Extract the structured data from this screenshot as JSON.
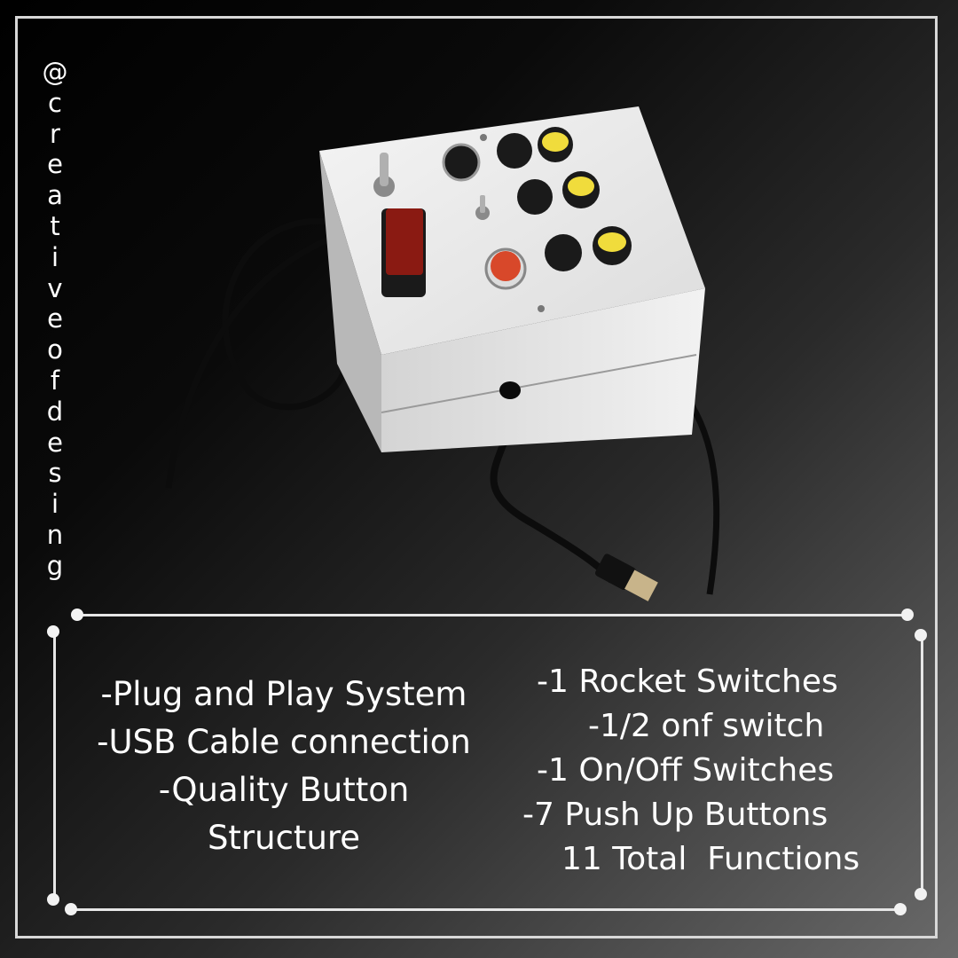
{
  "handle": "@creativeofdesing",
  "features_left": [
    "-Plug and Play System",
    "-USB Cable connection",
    "-Quality Button",
    "Structure"
  ],
  "features_right": [
    "-1 Rocket Switches",
    "-1/2 onf switch",
    "-1 On/Off Switches",
    "-7 Push Up Buttons",
    "11 Total  Functions"
  ],
  "colors": {
    "frame": "#d8d8d8",
    "box_body": "#ececec",
    "button_black": "#1a1a1a",
    "button_yellow": "#f0dc3c",
    "button_red": "#d8482a",
    "rocket_switch_cover": "#8a1a12"
  }
}
